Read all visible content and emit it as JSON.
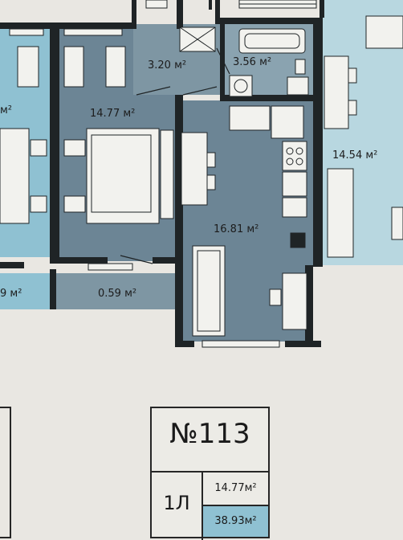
{
  "apartment": {
    "number": "№113",
    "rooms_type": "1Л",
    "living_area": "14.77м²",
    "total_area": "38.93м²"
  },
  "rooms": {
    "bedroom": "14.77 м²",
    "hall": "3.20 м²",
    "bathroom": "3.56 м²",
    "kitchen_living": "16.81 м²",
    "balcony": "0.59 м²",
    "neighbor_right": "14.54 м²",
    "neighbor_left_top": "м²",
    "neighbor_left_bottom": "9 м²"
  },
  "colors": {
    "wall": "#1f2426",
    "floor_blue": "#8fc1d2",
    "floor_slate": "#6c8595",
    "floor_grey": "#7e96a3",
    "furniture": "#f2f2ee",
    "background": "#e9e7e2",
    "outside_blue": "#b8d7e0"
  }
}
